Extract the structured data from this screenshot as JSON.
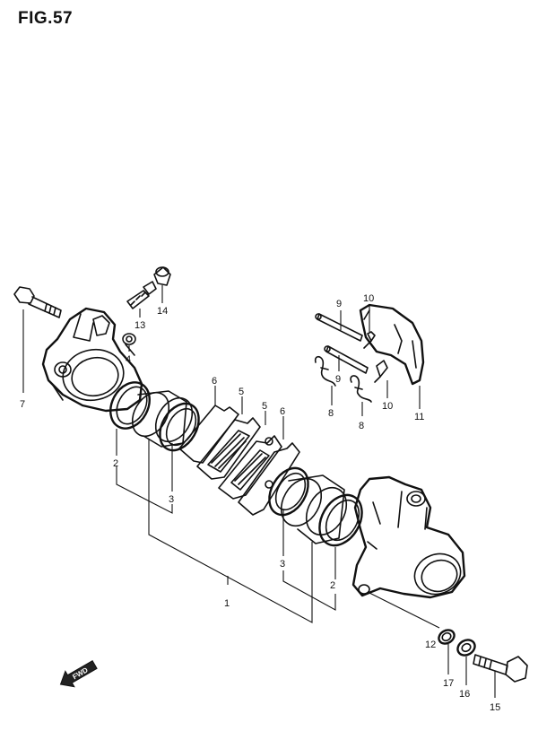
{
  "figure": {
    "title": "FIG.57",
    "fwd_label": "FWD"
  },
  "callouts": [
    {
      "id": "c7",
      "text": "7"
    },
    {
      "id": "c13",
      "text": "13"
    },
    {
      "id": "c14",
      "text": "14"
    },
    {
      "id": "c4",
      "text": "4"
    },
    {
      "id": "c2a",
      "text": "2"
    },
    {
      "id": "c3a",
      "text": "3"
    },
    {
      "id": "c6a",
      "text": "6"
    },
    {
      "id": "c5a",
      "text": "5"
    },
    {
      "id": "c5b",
      "text": "5"
    },
    {
      "id": "c6b",
      "text": "6"
    },
    {
      "id": "c9a",
      "text": "9"
    },
    {
      "id": "c10a",
      "text": "10"
    },
    {
      "id": "c9b",
      "text": "9"
    },
    {
      "id": "c8a",
      "text": "8"
    },
    {
      "id": "c8b",
      "text": "8"
    },
    {
      "id": "c10b",
      "text": "10"
    },
    {
      "id": "c11",
      "text": "11"
    },
    {
      "id": "c1",
      "text": "1"
    },
    {
      "id": "c3b",
      "text": "3"
    },
    {
      "id": "c2b",
      "text": "2"
    },
    {
      "id": "c12",
      "text": "12"
    },
    {
      "id": "c17",
      "text": "17"
    },
    {
      "id": "c16",
      "text": "16"
    },
    {
      "id": "c15",
      "text": "15"
    }
  ]
}
